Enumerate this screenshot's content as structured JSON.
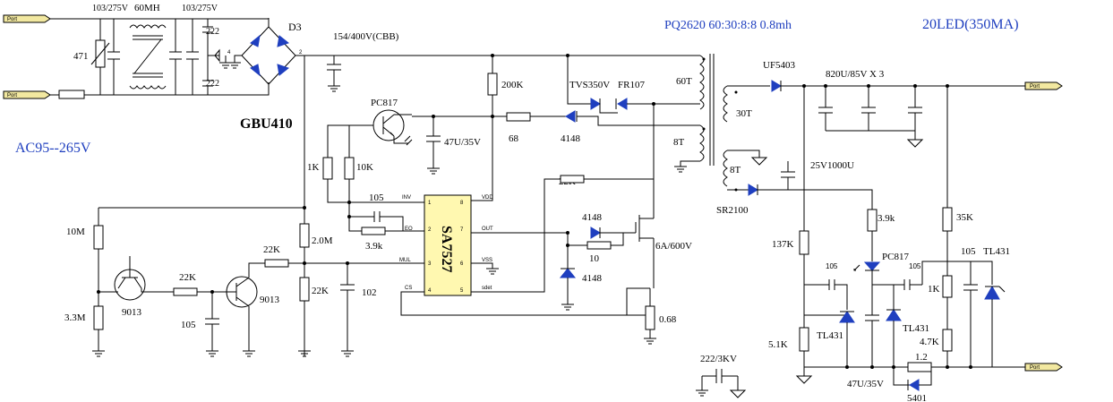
{
  "titles": {
    "transformer": "PQ2620 60:30:8:8 0.8mh",
    "output": "20LED(350MA)",
    "input_range": "AC95--265V",
    "bridge": "GBU410",
    "bridge_ref": "D3"
  },
  "terminals": {
    "in1": "Port",
    "in2": "Port",
    "out_pos": "Port",
    "out_neg": "Port"
  },
  "labels": {
    "cap_in1": "103/275V",
    "choke": "60MH",
    "cap_in2": "103/275V",
    "varistor": "471",
    "cap_y1": "222",
    "cap_y2": "222",
    "bulk_cap": "154/400V(CBB)",
    "r_200k": "200K",
    "tvs": "TVS350V",
    "fr107": "FR107",
    "w60t": "60T",
    "w30t": "30T",
    "w8t_a": "8T",
    "w8t_b": "8T",
    "uf5403": "UF5403",
    "out_caps": "820U/85V X 3",
    "pc817_a": "PC817",
    "cap_47u_a": "47U/35V",
    "r_68": "68",
    "d4148_a": "4148",
    "r_1k_a": "1K",
    "r_10k": "10K",
    "c_105_a": "105",
    "r_3_9k_a": "3.9k",
    "r_22k_a": "22K",
    "d4148_b": "4148",
    "r_10": "10",
    "d4148_c": "4148",
    "mosfet": "6A/600V",
    "r_0_68": "0.68",
    "r_10m": "10M",
    "r_3_3m": "3.3M",
    "q_9013_a": "9013",
    "r_22k_b": "22K",
    "c_105_b": "105",
    "q_9013_b": "9013",
    "r_22k_c": "22K",
    "r_2_0m": "2.0M",
    "r_22k_d": "22K",
    "c_102": "102",
    "ic_name": "SA7527",
    "ic_inv": "INV",
    "ic_eo": "EO",
    "ic_mul": "MUL",
    "ic_cs": "CS",
    "ic_vdd": "VDD",
    "ic_out": "OUT",
    "ic_vss": "VSS",
    "ic_sdet": "sdet",
    "sr2100": "SR2100",
    "cap_25v": "25V1000U",
    "r_3_9k_b": "3.9k",
    "r_35k": "35K",
    "r_137k": "137K",
    "pc817_b": "PC817",
    "c_105_c": "105",
    "c_105_d": "105",
    "r_1k_b": "1K",
    "c_105_e": "105",
    "tl431_a": "TL431",
    "tl431_b": "TL431",
    "tl431_c": "TL431",
    "r_5_1k": "5.1K",
    "r_4_7k": "4.7K",
    "r_1_2": "1.2",
    "cap_47u_b": "47U/35V",
    "d5401": "5401",
    "y_cap": "222/3KV"
  }
}
